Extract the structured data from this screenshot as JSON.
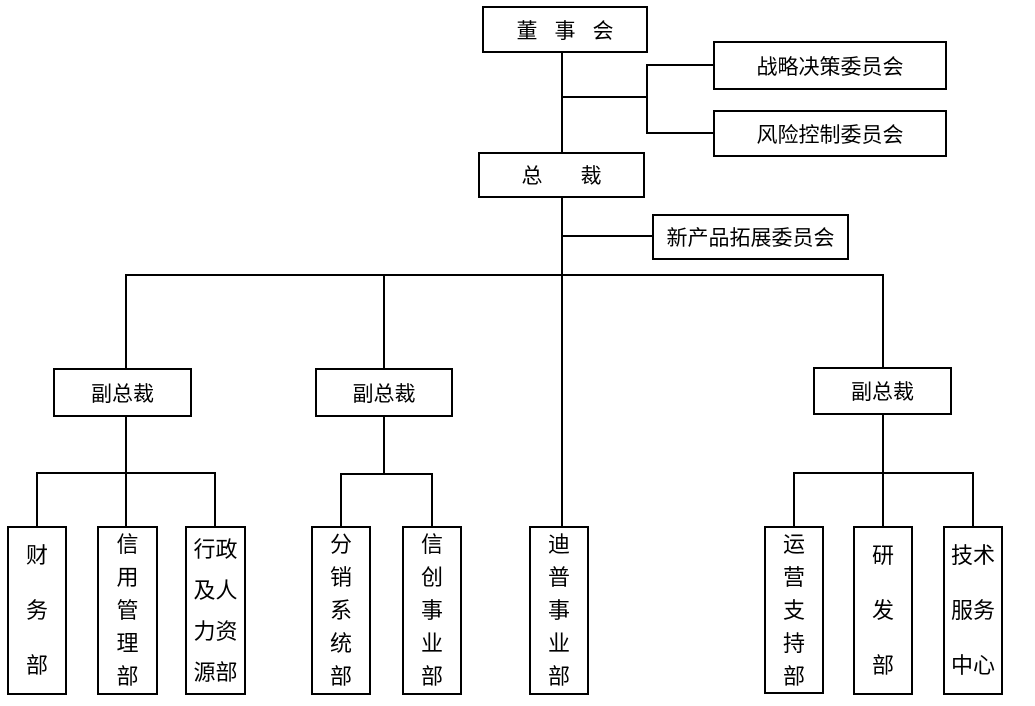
{
  "diagram_type": "org-chart",
  "colors": {
    "line": "#000000",
    "text": "#000000",
    "background": "#ffffff"
  },
  "nodes": {
    "board": {
      "label": "董事会"
    },
    "strategic_committee": {
      "label": "战略决策委员会"
    },
    "risk_committee": {
      "label": "风险控制委员会"
    },
    "president": {
      "label": "总裁"
    },
    "new_product_committee": {
      "label": "新产品拓展委员会"
    },
    "vp_left": {
      "label": "副总裁"
    },
    "vp_middle": {
      "label": "副总裁"
    },
    "vp_right": {
      "label": "副总裁"
    },
    "finance_dept": {
      "label": "财务部",
      "lines": [
        "财",
        "务",
        "部"
      ]
    },
    "credit_mgmt_dept": {
      "label": "信用管理部",
      "lines": [
        "信",
        "用",
        "管",
        "理",
        "部"
      ]
    },
    "admin_hr_dept": {
      "label": "行政及人力资源部",
      "lines": [
        "行政",
        "及人",
        "力资",
        "源部"
      ]
    },
    "distribution_sys_dept": {
      "label": "分销系统部",
      "lines": [
        "分",
        "销",
        "系",
        "统",
        "部"
      ]
    },
    "xinchuang_business_dept": {
      "label": "信创事业部",
      "lines": [
        "信",
        "创",
        "事",
        "业",
        "部"
      ]
    },
    "dipu_business_dept": {
      "label": "迪普事业部",
      "lines": [
        "迪",
        "普",
        "事",
        "业",
        "部"
      ]
    },
    "operations_support_dept": {
      "label": "运营支持部",
      "lines": [
        "运",
        "营",
        "支",
        "持",
        "部"
      ]
    },
    "rnd_dept": {
      "label": "研发部",
      "lines": [
        "研",
        "发",
        "部"
      ]
    },
    "tech_service_center": {
      "label": "技术服务中心",
      "lines": [
        "技术",
        "服务",
        "中心"
      ]
    }
  },
  "hierarchy": [
    {
      "parent": "董事会",
      "children": [
        "战略决策委员会",
        "风险控制委员会",
        "总裁"
      ]
    },
    {
      "parent": "总裁",
      "children": [
        "新产品拓展委员会",
        "副总裁(左)",
        "副总裁(中)",
        "迪普事业部",
        "副总裁(右)"
      ]
    },
    {
      "parent": "副总裁(左)",
      "children": [
        "财务部",
        "信用管理部",
        "行政及人力资源部"
      ]
    },
    {
      "parent": "副总裁(中)",
      "children": [
        "分销系统部",
        "信创事业部"
      ]
    },
    {
      "parent": "副总裁(右)",
      "children": [
        "运营支持部",
        "研发部",
        "技术服务中心"
      ]
    }
  ]
}
